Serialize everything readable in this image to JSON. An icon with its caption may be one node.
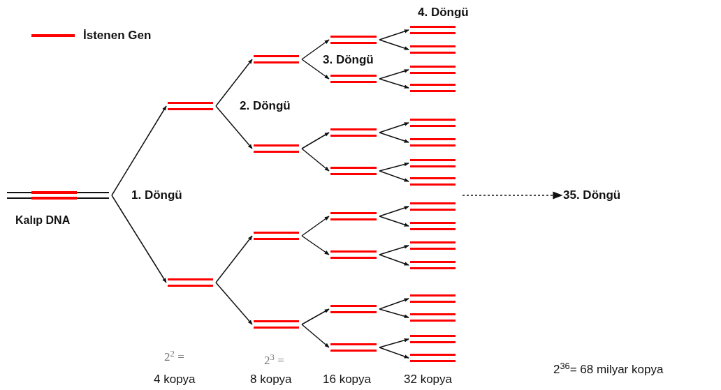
{
  "diagram": {
    "nodes": [
      {
        "text": [],
        "shape": "bar",
        "beside": [
          "Kalıp DNA"
        ]
      },
      {
        "text": [],
        "shape": "bar"
      },
      {
        "text": [],
        "shape": "bar"
      },
      {
        "text": [],
        "shape": "bar"
      },
      {
        "text": [],
        "shape": "bar"
      },
      {
        "text": [],
        "shape": "bar"
      },
      {
        "text": [],
        "shape": "bar"
      },
      {
        "text": [],
        "shape": "bar"
      },
      {
        "text": [],
        "shape": "bar"
      },
      {
        "text": [],
        "shape": "bar"
      },
      {
        "text": [],
        "shape": "bar"
      },
      {
        "text": [],
        "shape": "bar"
      },
      {
        "text": [],
        "shape": "bar"
      },
      {
        "text": [],
        "shape": "bar"
      },
      {
        "text": [],
        "shape": "bar"
      },
      {
        "text": [],
        "shape": "bar"
      },
      {
        "text": [],
        "shape": "bar"
      },
      {
        "text": [],
        "shape": "bar"
      },
      {
        "text": [],
        "shape": "bar"
      },
      {
        "text": [],
        "shape": "bar"
      },
      {
        "text": [],
        "shape": "bar"
      },
      {
        "text": [],
        "shape": "bar"
      },
      {
        "text": [],
        "shape": "bar"
      },
      {
        "text": [],
        "shape": "bar"
      },
      {
        "text": [],
        "shape": "bar"
      },
      {
        "text": [],
        "shape": "bar"
      },
      {
        "text": [],
        "shape": "bar"
      },
      {
        "text": [],
        "shape": "bar"
      },
      {
        "text": [],
        "shape": "bar"
      },
      {
        "text": [],
        "shape": "bar"
      },
      {
        "text": [],
        "shape": "bar"
      },
      {
        "text": [
          "35. Döngü"
        ]
      }
    ],
    "edges": [
      {
        "from": 0,
        "to": 1,
        "arrow": "to"
      },
      {
        "from": 0,
        "to": 2,
        "arrow": "to"
      },
      {
        "from": 1,
        "to": 3,
        "arrow": "to"
      },
      {
        "from": 1,
        "to": 4,
        "arrow": "to"
      },
      {
        "from": 2,
        "to": 5,
        "arrow": "to"
      },
      {
        "from": 2,
        "to": 6,
        "arrow": "to"
      },
      {
        "from": 3,
        "to": 7,
        "arrow": "to"
      },
      {
        "from": 3,
        "to": 8,
        "arrow": "to"
      },
      {
        "from": 4,
        "to": 9,
        "arrow": "to"
      },
      {
        "from": 4,
        "to": 10,
        "arrow": "to"
      },
      {
        "from": 5,
        "to": 11,
        "arrow": "to"
      },
      {
        "from": 5,
        "to": 12,
        "arrow": "to"
      },
      {
        "from": 6,
        "to": 13,
        "arrow": "to"
      },
      {
        "from": 6,
        "to": 14,
        "arrow": "to"
      },
      {
        "from": 7,
        "to": 15,
        "arrow": "to"
      },
      {
        "from": 7,
        "to": 16,
        "arrow": "to"
      },
      {
        "from": 8,
        "to": 17,
        "arrow": "to"
      },
      {
        "from": 8,
        "to": 18,
        "arrow": "to"
      },
      {
        "from": 9,
        "to": 19,
        "arrow": "to"
      },
      {
        "from": 9,
        "to": 20,
        "arrow": "to"
      },
      {
        "from": 10,
        "to": 21,
        "arrow": "to"
      },
      {
        "from": 10,
        "to": 22,
        "arrow": "to"
      },
      {
        "from": 11,
        "to": 23,
        "arrow": "to"
      },
      {
        "from": 11,
        "to": 24,
        "arrow": "to"
      },
      {
        "from": 12,
        "to": 25,
        "arrow": "to"
      },
      {
        "from": 12,
        "to": 26,
        "arrow": "to"
      },
      {
        "from": 13,
        "to": 27,
        "arrow": "to"
      },
      {
        "from": 13,
        "to": 28,
        "arrow": "to"
      },
      {
        "from": 14,
        "to": 29,
        "arrow": "to"
      },
      {
        "from": 14,
        "to": 30,
        "arrow": "to"
      },
      {
        "from": null,
        "to": 31,
        "arrow": "to",
        "style": "dashed"
      }
    ],
    "labels": [
      "1. Döngü",
      "2. Döngü",
      "3. Döngü",
      "4. Döngü",
      "2$^{2}$ =",
      "4 kopya",
      "2$^{3}$ =",
      "8 kopya",
      "16 kopya",
      "32 kopya",
      "2$^{36}$= 68 milyar kopya"
    ],
    "legend": [
      {
        "text": "İstenen Gen",
        "color": "#ff0000"
      }
    ]
  }
}
